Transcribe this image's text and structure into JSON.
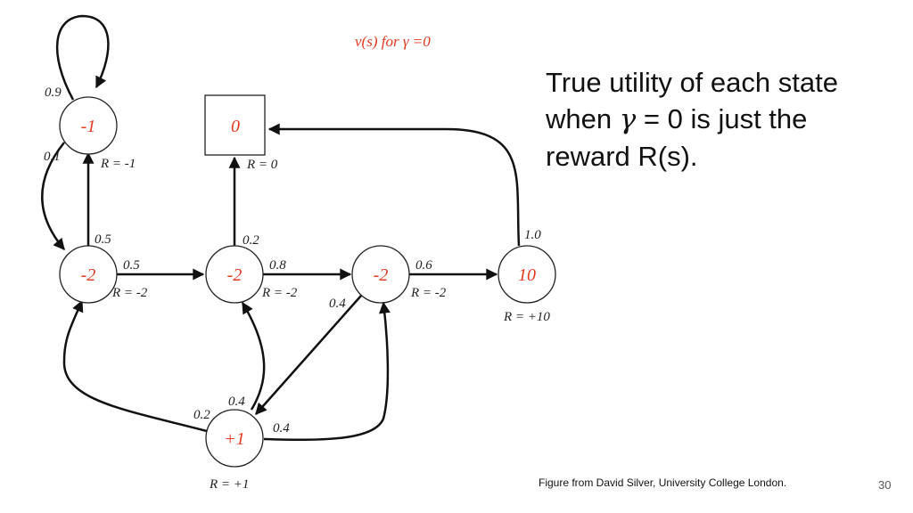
{
  "heading": {
    "prefix": "v(s) for ",
    "gamma": "γ",
    "suffix": " =0"
  },
  "explanation": {
    "line1": "True utility of each state",
    "line2_prefix": "when ",
    "line2_gamma": "γ",
    "line2_suffix": " = 0 is just the",
    "line3": "reward R(s)."
  },
  "credit": "Figure from David Silver, University College London.",
  "page_number": "30",
  "colors": {
    "state_value": "#e2391f",
    "heading": "#e2391f",
    "edge": "#111111"
  },
  "nodes": [
    {
      "id": "class1",
      "value": "-1",
      "reward": "R = -1"
    },
    {
      "id": "sleep",
      "value": "0",
      "reward": "R = 0"
    },
    {
      "id": "facebook",
      "value": "-2",
      "reward": "R = -2"
    },
    {
      "id": "class2",
      "value": "-2",
      "reward": "R = -2"
    },
    {
      "id": "class3",
      "value": "-2",
      "reward": "R = -2"
    },
    {
      "id": "pass",
      "value": "10",
      "reward": "R = +10"
    },
    {
      "id": "pub",
      "value": "+1",
      "reward": "R = +1"
    }
  ],
  "edges": [
    {
      "id": "self-loop",
      "prob": "0.9"
    },
    {
      "id": "class1-to-facebook",
      "prob": "0.1"
    },
    {
      "id": "facebook-to-class1",
      "prob": "0.5"
    },
    {
      "id": "facebook-to-class2",
      "prob": "0.5"
    },
    {
      "id": "class2-to-sleep",
      "prob": "0.2"
    },
    {
      "id": "class2-to-class3",
      "prob": "0.8"
    },
    {
      "id": "class3-to-pass",
      "prob": "0.6"
    },
    {
      "id": "class3-to-pub",
      "prob": "0.4"
    },
    {
      "id": "pass-to-sleep",
      "prob": "1.0"
    },
    {
      "id": "pub-to-facebook",
      "prob": "0.2"
    },
    {
      "id": "pub-to-class2",
      "prob": "0.4"
    },
    {
      "id": "pub-to-class3",
      "prob": "0.4"
    }
  ]
}
